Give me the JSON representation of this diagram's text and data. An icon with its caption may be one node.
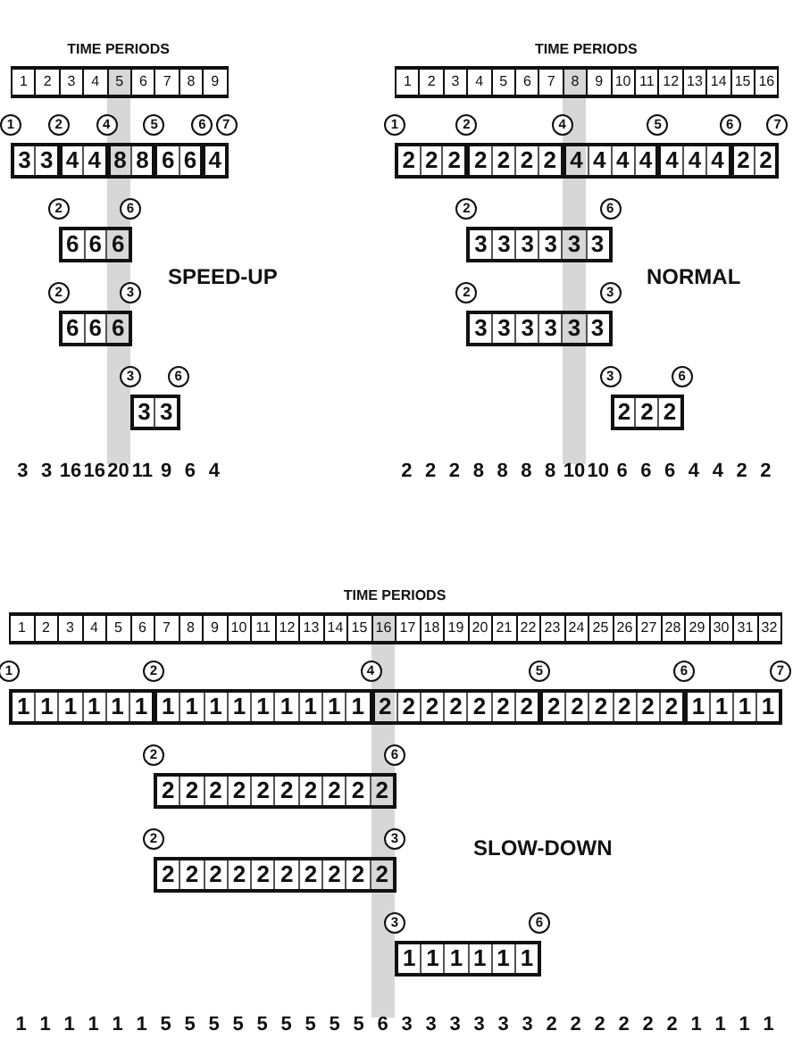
{
  "diagram": {
    "nodes": [
      {
        "text": [
          "1"
        ]
      },
      {
        "text": [
          "2"
        ]
      },
      {
        "text": [
          "4"
        ]
      },
      {
        "text": [
          "5"
        ]
      },
      {
        "text": [
          "6"
        ]
      },
      {
        "text": [
          "7"
        ]
      },
      {
        "text": [
          "3",
          "3"
        ]
      },
      {
        "text": [
          "4",
          "4"
        ]
      },
      {
        "text": [
          "8",
          "8"
        ]
      },
      {
        "text": [
          "6",
          "6"
        ]
      },
      {
        "text": [
          "4"
        ]
      },
      {
        "text": [
          "2"
        ]
      },
      {
        "text": [
          "6"
        ]
      },
      {
        "text": [
          "6",
          "6",
          "6"
        ]
      },
      {
        "text": [
          "2"
        ]
      },
      {
        "text": [
          "3"
        ]
      },
      {
        "text": [
          "6",
          "6",
          "6"
        ]
      },
      {
        "text": [
          "3"
        ]
      },
      {
        "text": [
          "6"
        ]
      },
      {
        "text": [
          "3",
          "3"
        ]
      },
      {
        "text": [
          "1"
        ]
      },
      {
        "text": [
          "2"
        ]
      },
      {
        "text": [
          "4"
        ]
      },
      {
        "text": [
          "5"
        ]
      },
      {
        "text": [
          "6"
        ]
      },
      {
        "text": [
          "7"
        ]
      },
      {
        "text": [
          "2",
          "2",
          "2"
        ]
      },
      {
        "text": [
          "2",
          "2",
          "2",
          "2"
        ]
      },
      {
        "text": [
          "4",
          "4",
          "4",
          "4"
        ]
      },
      {
        "text": [
          "4",
          "4",
          "4"
        ]
      },
      {
        "text": [
          "2",
          "2"
        ]
      },
      {
        "text": [
          "2"
        ]
      },
      {
        "text": [
          "6"
        ]
      },
      {
        "text": [
          "3",
          "3",
          "3",
          "3",
          "3",
          "3"
        ]
      },
      {
        "text": [
          "2"
        ]
      },
      {
        "text": [
          "3"
        ]
      },
      {
        "text": [
          "3",
          "3",
          "3",
          "3",
          "3",
          "3"
        ]
      },
      {
        "text": [
          "3"
        ]
      },
      {
        "text": [
          "6"
        ]
      },
      {
        "text": [
          "2",
          "2",
          "2"
        ]
      },
      {
        "text": [
          "1"
        ]
      },
      {
        "text": [
          "2"
        ]
      },
      {
        "text": [
          "4"
        ]
      },
      {
        "text": [
          "5"
        ]
      },
      {
        "text": [
          "6"
        ]
      },
      {
        "text": [
          "7"
        ]
      },
      {
        "text": [
          "1",
          "1",
          "1",
          "1",
          "1",
          "1"
        ]
      },
      {
        "text": [
          "1",
          "1",
          "1",
          "1",
          "1",
          "1",
          "1",
          "1",
          "1"
        ]
      },
      {
        "text": [
          "2",
          "2",
          "2",
          "2",
          "2",
          "2",
          "2"
        ]
      },
      {
        "text": [
          "2",
          "2",
          "2",
          "2",
          "2",
          "2"
        ]
      },
      {
        "text": [
          "1",
          "1",
          "1",
          "1"
        ]
      },
      {
        "text": [
          "2"
        ]
      },
      {
        "text": [
          "6"
        ]
      },
      {
        "text": [
          "2",
          "2",
          "2",
          "2",
          "2",
          "2",
          "2",
          "2",
          "2",
          "2"
        ]
      },
      {
        "text": [
          "2"
        ]
      },
      {
        "text": [
          "3"
        ]
      },
      {
        "text": [
          "2",
          "2",
          "2",
          "2",
          "2",
          "2",
          "2",
          "2",
          "2",
          "2"
        ]
      },
      {
        "text": [
          "3"
        ]
      },
      {
        "text": [
          "6"
        ]
      },
      {
        "text": [
          "1",
          "1",
          "1",
          "1",
          "1",
          "1"
        ]
      }
    ],
    "labels": [
      "TIME PERIODS",
      "1",
      "2",
      "3",
      "4",
      "5",
      "6",
      "7",
      "8",
      "9",
      "SPEED-UP",
      "3",
      "3",
      "16",
      "16",
      "20",
      "11",
      "9",
      "6",
      "4",
      "TIME PERIODS",
      "1",
      "2",
      "3",
      "4",
      "5",
      "6",
      "7",
      "8",
      "9",
      "10",
      "11",
      "12",
      "13",
      "14",
      "15",
      "16",
      "NORMAL",
      "2",
      "2",
      "2",
      "8",
      "8",
      "8",
      "8",
      "10",
      "10",
      "6",
      "6",
      "6",
      "4",
      "4",
      "2",
      "2",
      "TIME PERIODS",
      "1",
      "2",
      "3",
      "4",
      "5",
      "6",
      "7",
      "8",
      "9",
      "10",
      "11",
      "12",
      "13",
      "14",
      "15",
      "16",
      "17",
      "18",
      "19",
      "20",
      "21",
      "22",
      "23",
      "24",
      "25",
      "26",
      "27",
      "28",
      "29",
      "30",
      "31",
      "32",
      "SLOW-DOWN",
      "1",
      "1",
      "1",
      "1",
      "1",
      "1",
      "5",
      "5",
      "5",
      "5",
      "5",
      "5",
      "5",
      "5",
      "5",
      "6",
      "3",
      "3",
      "3",
      "3",
      "3",
      "3",
      "2",
      "2",
      "2",
      "2",
      "2",
      "2",
      "1",
      "1",
      "1",
      "1"
    ]
  }
}
